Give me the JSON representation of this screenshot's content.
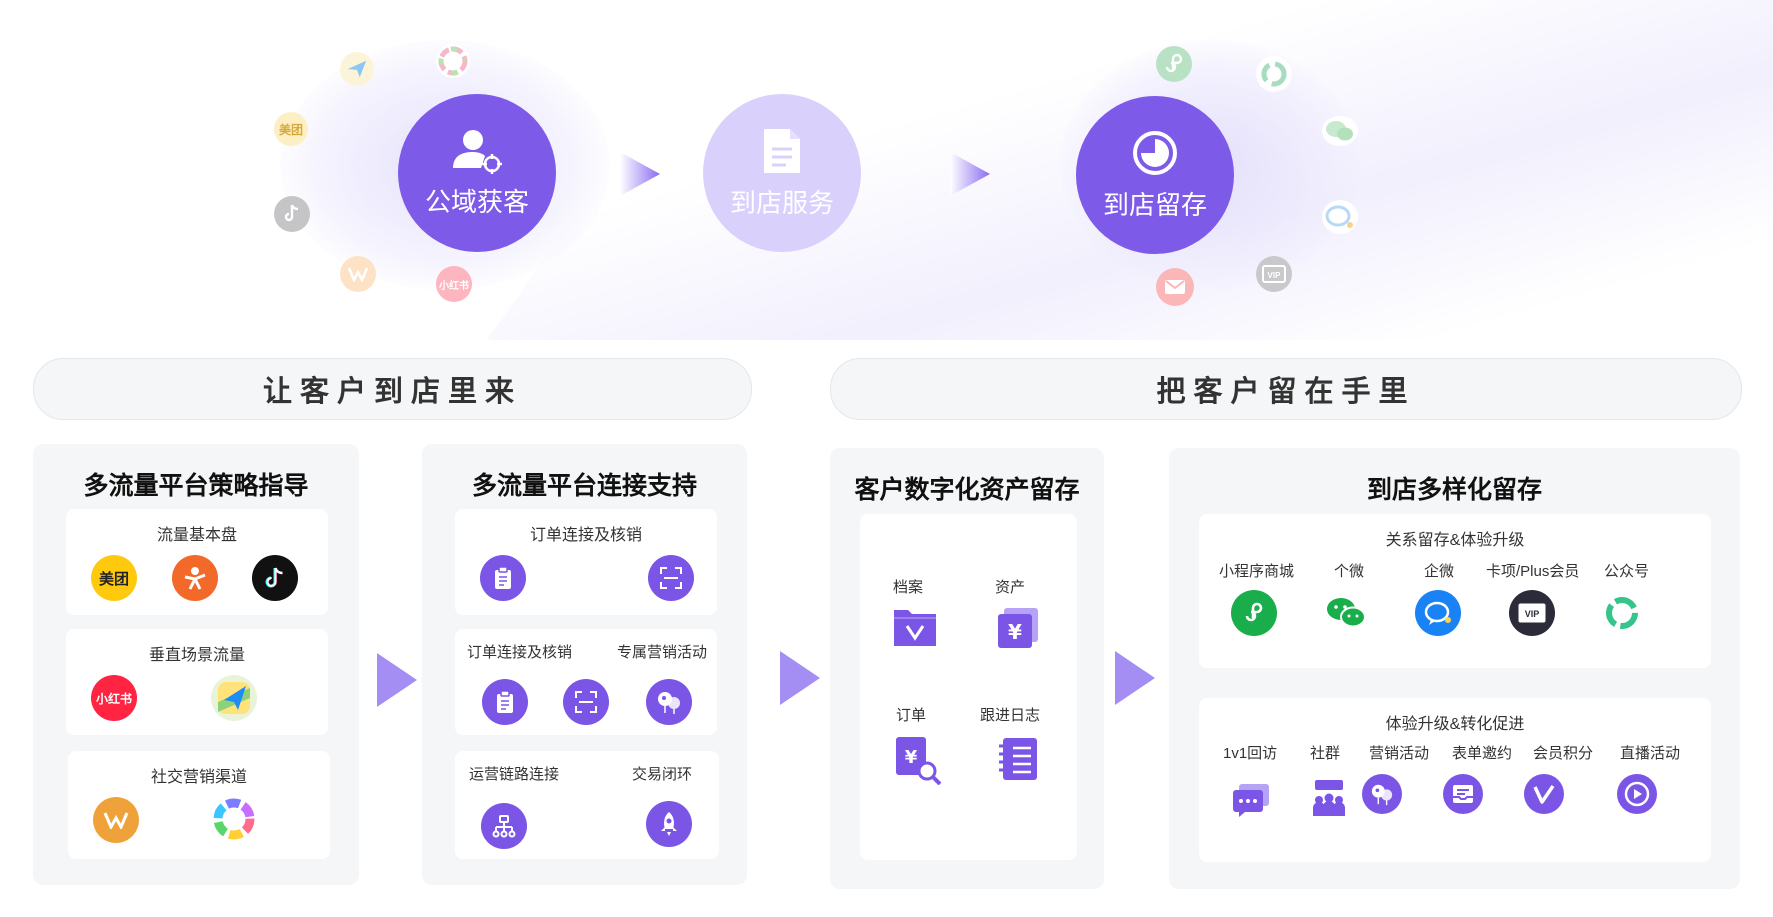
{
  "flow": {
    "step1": "公域获客",
    "step2": "到店服务",
    "step3": "到店留存"
  },
  "satellites": {
    "meituan": "美团",
    "xhs": "小红书",
    "vip": "VIP"
  },
  "sections": {
    "left": "让客户到店里来",
    "right": "把客户留在手里"
  },
  "panel1": {
    "title": "多流量平台策略指导",
    "card1": "流量基本盘",
    "card2": "垂直场景流量",
    "card3": "社交营销渠道",
    "meituan": "美团",
    "xhs": "小红书"
  },
  "panel2": {
    "title": "多流量平台连接支持",
    "card1": "订单连接及核销",
    "card2_a": "订单连接及核销",
    "card2_b": "专属营销活动",
    "card3_a": "运营链路连接",
    "card3_b": "交易闭环"
  },
  "panel3": {
    "title": "客户数字化资产留存",
    "items": [
      "档案",
      "资产",
      "订单",
      "跟进日志"
    ]
  },
  "panel4": {
    "title": "到店多样化留存",
    "card1": "关系留存&体验升级",
    "card1_items": [
      "小程序商城",
      "个微",
      "企微",
      "卡项/Plus会员",
      "公众号"
    ],
    "card2": "体验升级&转化促进",
    "card2_items": [
      "1v1回访",
      "社群",
      "营销活动",
      "表单邀约",
      "会员积分",
      "直播活动"
    ],
    "vip": "VIP"
  },
  "colors": {
    "accent": "#7a55e6",
    "accent_light": "#d9d0fb",
    "panel_bg": "#f5f6f7"
  }
}
